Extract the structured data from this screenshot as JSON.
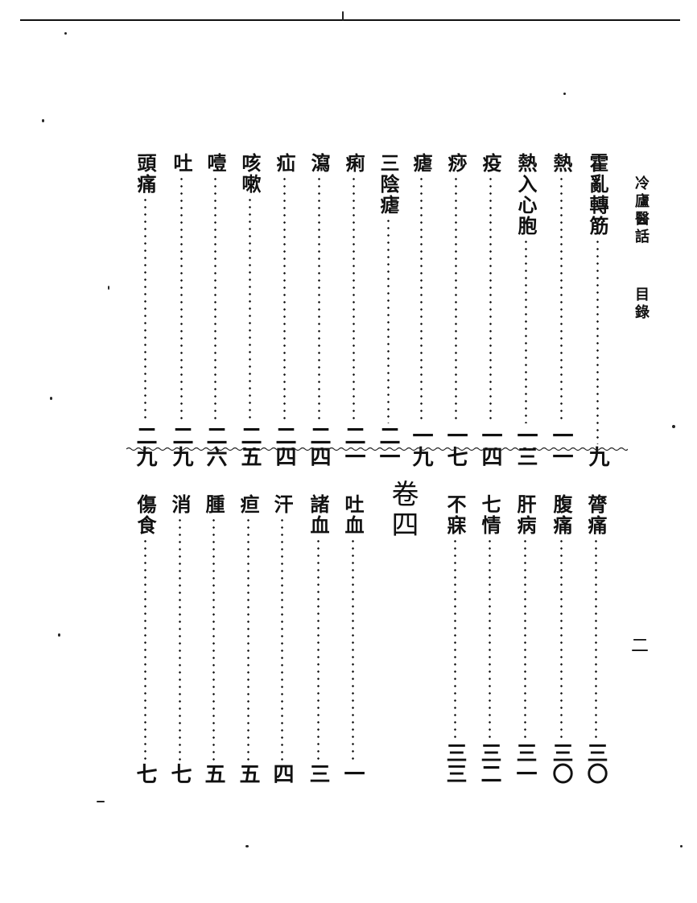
{
  "page": {
    "book_title": "冷廬醫話",
    "section_title": "目錄",
    "page_number": "二"
  },
  "upper_entries": [
    {
      "name": "霍亂轉筋",
      "page": "九"
    },
    {
      "name": "熱",
      "page": "一一"
    },
    {
      "name": "熱入心胞",
      "page": "一三"
    },
    {
      "name": "疫",
      "page": "一四"
    },
    {
      "name": "痧",
      "page": "一七"
    },
    {
      "name": "瘧",
      "page": "一九"
    },
    {
      "name": "三陰瘧",
      "page": "二一"
    },
    {
      "name": "痢",
      "page": "二一"
    },
    {
      "name": "瀉",
      "page": "二四"
    },
    {
      "name": "疝",
      "page": "二四"
    },
    {
      "name": "咳嗽",
      "page": "二五"
    },
    {
      "name": "噎",
      "page": "二六"
    },
    {
      "name": "吐",
      "page": "二九"
    },
    {
      "name": "頭痛",
      "page": "二九"
    }
  ],
  "lower_entries_before_volume": [
    {
      "name": "膂痛",
      "page": "三〇"
    },
    {
      "name": "腹痛",
      "page": "三〇"
    },
    {
      "name": "肝病",
      "page": "三一"
    },
    {
      "name": "七情",
      "page": "三二"
    },
    {
      "name": "不寐",
      "page": "三三"
    }
  ],
  "volume_heading": "卷四",
  "lower_entries_volume_four": [
    {
      "name": "吐血",
      "page": "一"
    },
    {
      "name": "諸血",
      "page": "三"
    },
    {
      "name": "汗",
      "page": "四"
    },
    {
      "name": "疸",
      "page": "五"
    },
    {
      "name": "腫",
      "page": "五"
    },
    {
      "name": "消",
      "page": "七"
    },
    {
      "name": "傷食",
      "page": "七"
    }
  ]
}
